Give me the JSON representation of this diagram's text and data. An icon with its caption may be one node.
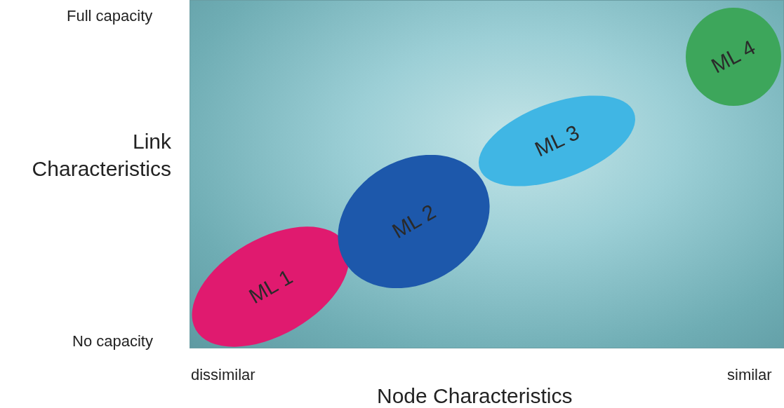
{
  "diagram": {
    "nodes": [
      {
        "text": [],
        "shape": "box"
      },
      {
        "text": [
          "ML 1"
        ],
        "in": 0
      },
      {
        "text": [
          "ML 2"
        ],
        "in": 0
      },
      {
        "text": [
          "ML 3"
        ],
        "in": 0
      },
      {
        "text": [
          "ML 4"
        ],
        "in": 0
      }
    ],
    "labels": [
      "Full capacity",
      "Link Characteristics",
      "No capacity",
      "dissimilar",
      "similar",
      "Node Characteristics"
    ]
  }
}
